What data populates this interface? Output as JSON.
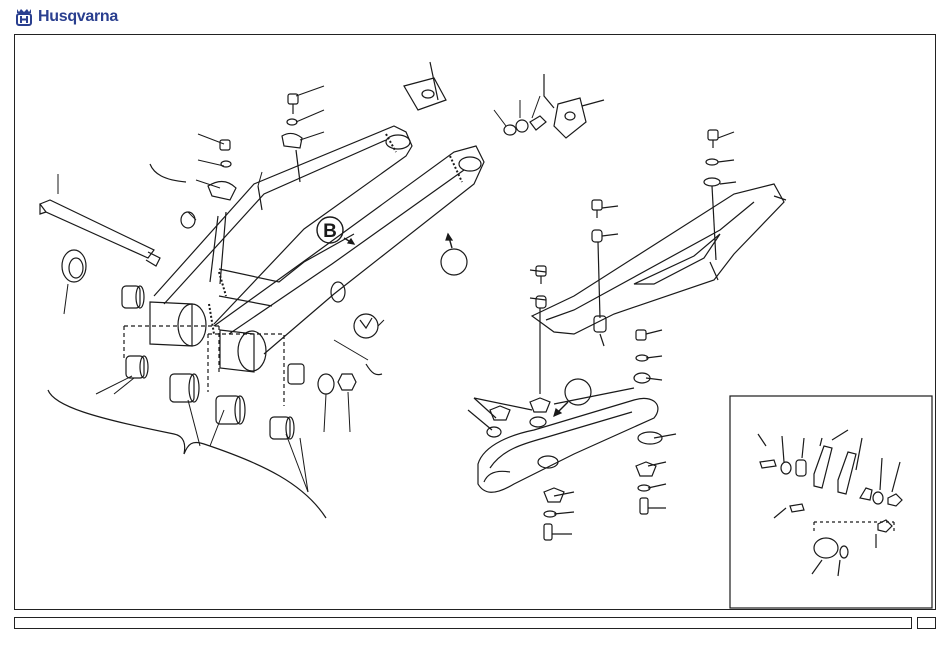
{
  "header": {
    "brand_name": "Husqvarna",
    "logo_icon": "husqvarna-crown-h-logo",
    "brand_color": "#2a3f8f"
  },
  "diagram": {
    "callout_b_label": "B",
    "line_color": "#1a1a1a"
  },
  "footer": {
    "left_text": "",
    "page_number": ""
  }
}
